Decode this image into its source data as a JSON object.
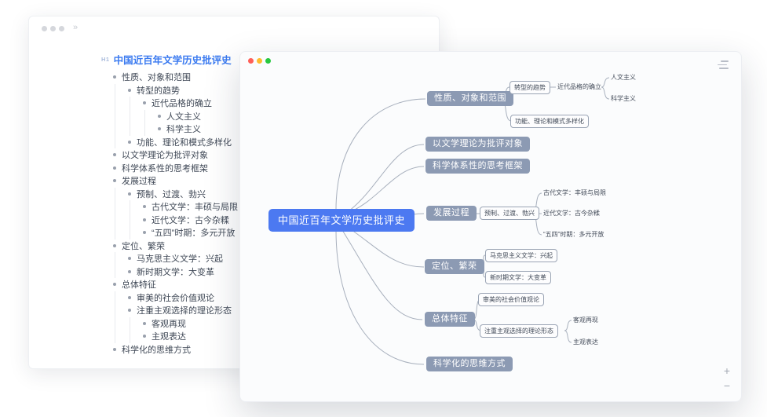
{
  "title": "中国近百年文学历史批评史",
  "outline": [
    {
      "text": "性质、对象和范围",
      "children": [
        {
          "text": "转型的趋势",
          "children": [
            {
              "text": "近代品格的确立",
              "children": [
                {
                  "text": "人文主义"
                },
                {
                  "text": "科学主义"
                }
              ]
            }
          ]
        },
        {
          "text": "功能、理论和模式多样化"
        }
      ]
    },
    {
      "text": "以文学理论为批评对象"
    },
    {
      "text": "科学体系性的思考框架"
    },
    {
      "text": "发展过程",
      "children": [
        {
          "text": "预制、过渡、勃兴",
          "children": [
            {
              "text": "古代文学：丰硕与局限"
            },
            {
              "text": "近代文学：古今杂糅"
            },
            {
              "text": "“五四”时期：多元开放"
            }
          ]
        }
      ]
    },
    {
      "text": "定位、繁荣",
      "children": [
        {
          "text": "马克思主义文学：兴起"
        },
        {
          "text": "新时期文学：大变革"
        }
      ]
    },
    {
      "text": "总体特征",
      "children": [
        {
          "text": "审美的社会价值观论"
        },
        {
          "text": "注重主观选择的理论形态",
          "children": [
            {
              "text": "客观再现"
            },
            {
              "text": "主观表达"
            }
          ]
        }
      ]
    },
    {
      "text": "科学化的思维方式"
    }
  ],
  "window_back": {
    "h1_tag": "H1",
    "chevron": "»"
  },
  "window_front": {
    "zoom_in": "+",
    "zoom_out": "−"
  },
  "colors": {
    "root_node_bg": "#4c79f1",
    "branch_node_bg": "#8c9ab3",
    "doc_title_blue": "#3a7af0",
    "connector": "#a8b0bd",
    "traffic_red": "#ff5f57",
    "traffic_yellow": "#febc2e",
    "traffic_green": "#28c840"
  }
}
